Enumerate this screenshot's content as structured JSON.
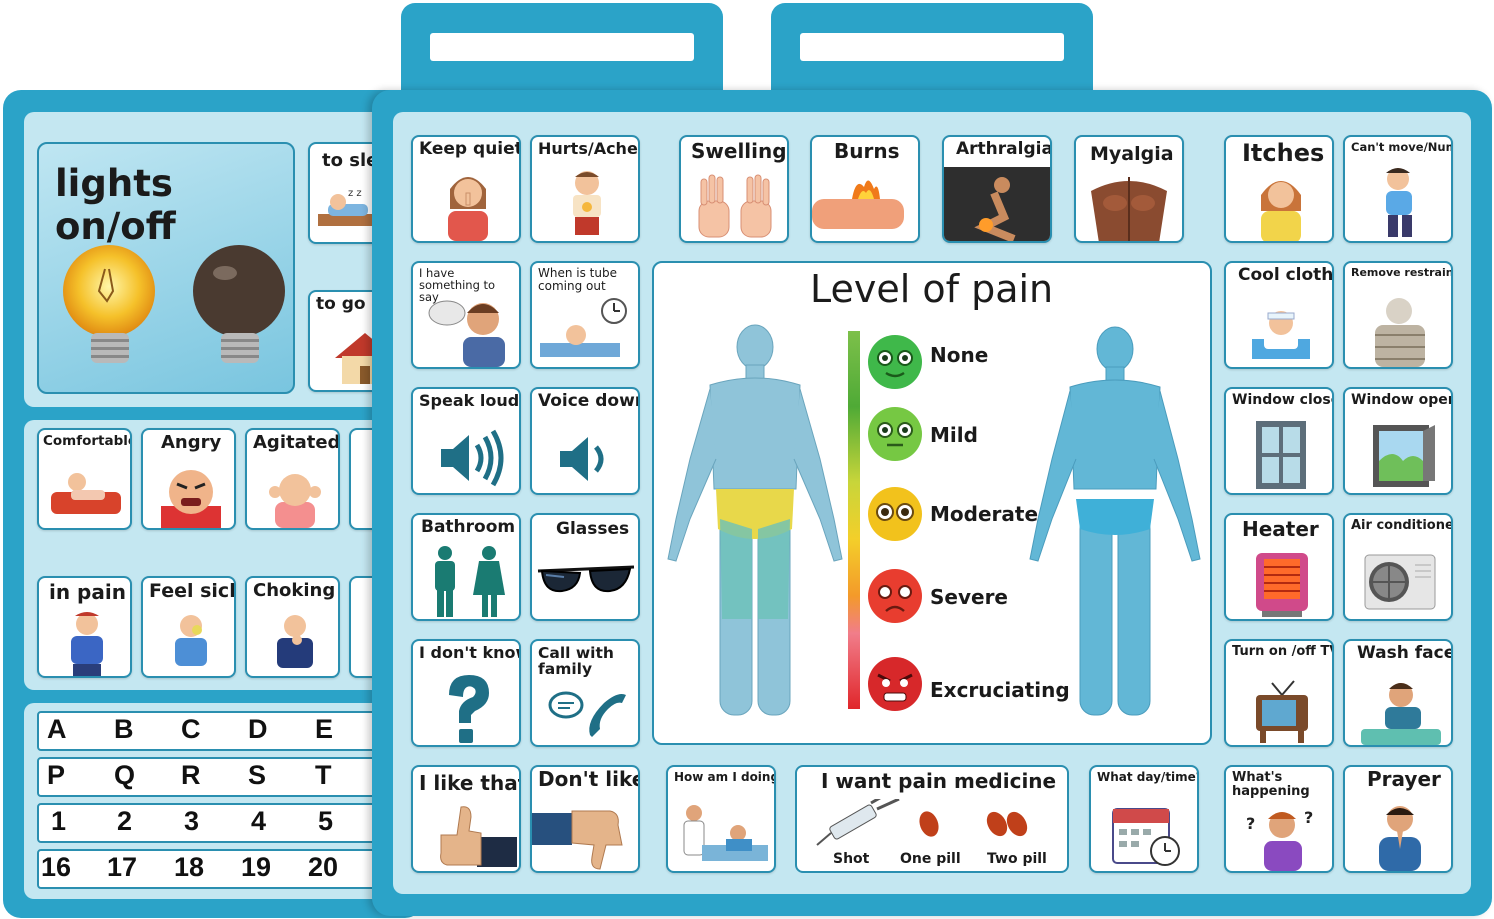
{
  "back_board": {
    "lights": {
      "label": "lights on/off"
    },
    "cards": [
      {
        "id": "to-sleep",
        "label": "to sle"
      },
      {
        "id": "to-go-home",
        "label": "to go h"
      },
      {
        "id": "comfortable",
        "label": "Comfortable"
      },
      {
        "id": "angry",
        "label": "Angry"
      },
      {
        "id": "agitated",
        "label": "Agitated"
      },
      {
        "id": "in-pain",
        "label": "in pain"
      },
      {
        "id": "feel-sick",
        "label": "Feel sick"
      },
      {
        "id": "choking",
        "label": "Choking"
      }
    ],
    "alphabet_rows": [
      [
        "A",
        "B",
        "C",
        "D",
        "E"
      ],
      [
        "P",
        "Q",
        "R",
        "S",
        "T"
      ],
      [
        "1",
        "2",
        "3",
        "4",
        "5"
      ],
      [
        "16",
        "17",
        "18",
        "19",
        "20"
      ]
    ]
  },
  "front_board": {
    "cards": {
      "keep_quiet": "Keep quiet",
      "hurts_aches": "Hurts/Aches",
      "swelling": "Swelling",
      "burns": "Burns",
      "arthralgia": "Arthralgia",
      "myalgia": "Myalgia",
      "itches": "Itches",
      "cant_move": "Can't move/Numb",
      "have_something": "I have something to say",
      "tube_out": "When is tube coming out",
      "cool_cloth": "Cool cloth",
      "remove_restraints": "Remove restraints",
      "speak_loudly": "Speak loudly",
      "voice_down": "Voice down",
      "window_close": "Window close",
      "window_open": "Window open",
      "bathroom": "Bathroom",
      "glasses": "Glasses",
      "heater": "Heater",
      "air_conditioner": "Air conditioner",
      "dont_know": "I don't know",
      "call_family": "Call with family",
      "turn_tv": "Turn on /off TV",
      "wash_face": "Wash face",
      "like_that": "I like that",
      "dont_like": "Don't like",
      "how_am_i": "How am I doing?",
      "what_day": "What day/time?",
      "whats_happening": "What's happening",
      "prayer": "Prayer"
    },
    "pain_medicine": {
      "title": "I want pain medicine",
      "shot": "Shot",
      "one_pill": "One pill",
      "two_pill": "Two pill"
    },
    "pain_scale": {
      "title": "Level of pain",
      "levels": [
        {
          "label": "None",
          "color": "#3fb84a"
        },
        {
          "label": "Mild",
          "color": "#6cc53d"
        },
        {
          "label": "Moderate",
          "color": "#f2c21c"
        },
        {
          "label": "Severe",
          "color": "#e83d2f"
        },
        {
          "label": "Excruciating",
          "color": "#d7282a"
        }
      ]
    }
  }
}
